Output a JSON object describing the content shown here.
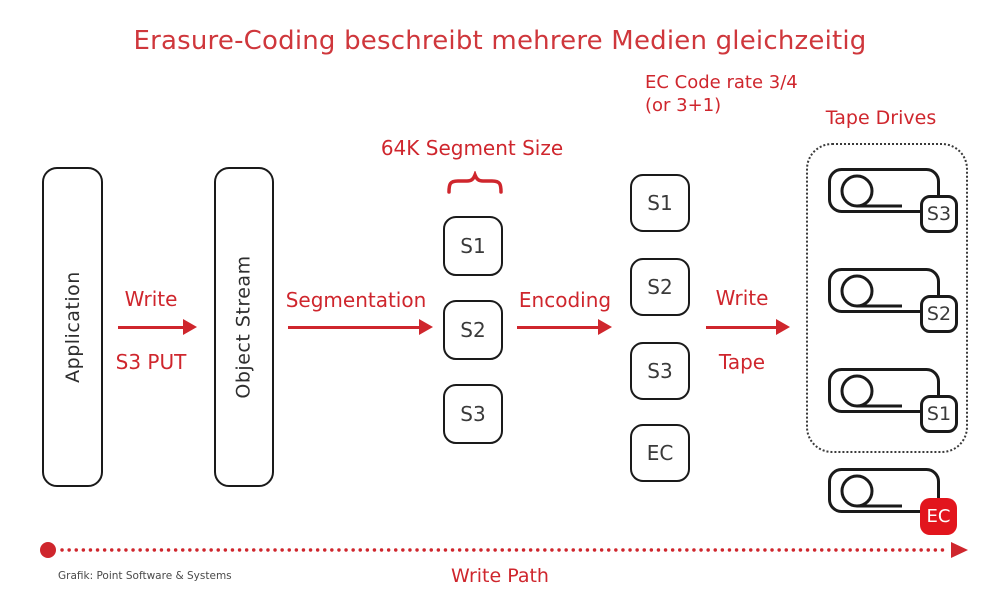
{
  "title": "Erasure-Coding beschreibt mehrere Medien gleichzeitig",
  "colors": {
    "red_text": "#cf262d",
    "title_red": "#cf373c",
    "ec_badge_red": "#e2151d",
    "box_stroke": "#1a1a1a"
  },
  "pipeline": {
    "application_label": "Application",
    "object_stream_label": "Object Stream",
    "arrow1": {
      "top": "Write",
      "bottom": "S3 PUT"
    },
    "arrow2": {
      "top": "Segmentation"
    },
    "arrow3": {
      "top": "Encoding"
    },
    "arrow4": {
      "top": "Write",
      "bottom": "Tape"
    }
  },
  "segment_group": {
    "label": "64K Segment Size",
    "boxes": [
      "S1",
      "S2",
      "S3"
    ]
  },
  "encoded_group": {
    "label_line1": "EC Code rate 3/4",
    "label_line2": "(or 3+1)",
    "boxes": [
      "S1",
      "S2",
      "S3",
      "EC"
    ]
  },
  "tape_section": {
    "label": "Tape Drives",
    "drive_badges": [
      "S3",
      "S2",
      "S1"
    ],
    "ec_drive_badge": "EC"
  },
  "write_path": {
    "label": "Write Path"
  },
  "caption": "Grafik: Point Software & Systems"
}
